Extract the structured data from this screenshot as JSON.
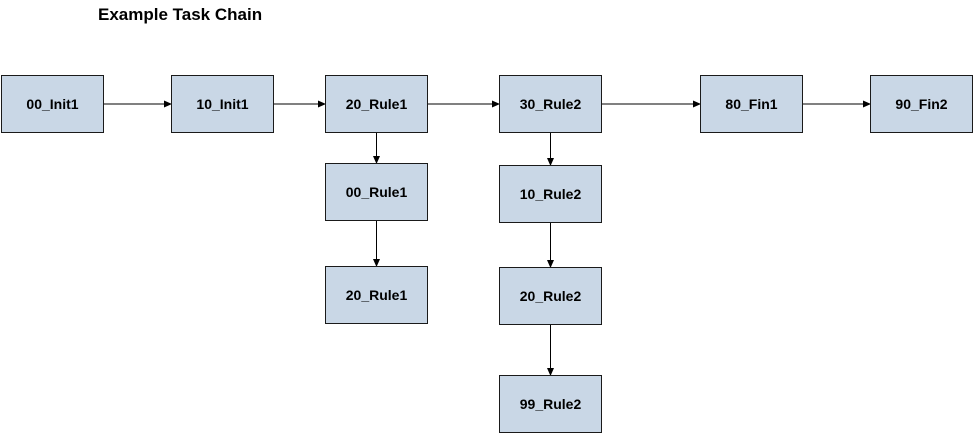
{
  "diagram": {
    "title": "Example Task Chain",
    "box_fill": "#c9d7e6",
    "box_border": "#1a1a1a",
    "line_color": "#000000",
    "nodes": [
      {
        "id": "n_00_init1",
        "label": "00_Init1"
      },
      {
        "id": "n_10_init1",
        "label": "10_Init1"
      },
      {
        "id": "n_20_rule1_main",
        "label": "20_Rule1"
      },
      {
        "id": "n_30_rule2",
        "label": "30_Rule2"
      },
      {
        "id": "n_80_fin1",
        "label": "80_Fin1"
      },
      {
        "id": "n_90_fin2",
        "label": "90_Fin2"
      },
      {
        "id": "n_00_rule1",
        "label": "00_Rule1"
      },
      {
        "id": "n_20_rule1_sub",
        "label": "20_Rule1"
      },
      {
        "id": "n_10_rule2",
        "label": "10_Rule2"
      },
      {
        "id": "n_20_rule2",
        "label": "20_Rule2"
      },
      {
        "id": "n_99_rule2",
        "label": "99_Rule2"
      }
    ],
    "edges": [
      {
        "from": "n_00_init1",
        "to": "n_10_init1"
      },
      {
        "from": "n_10_init1",
        "to": "n_20_rule1_main"
      },
      {
        "from": "n_20_rule1_main",
        "to": "n_30_rule2"
      },
      {
        "from": "n_30_rule2",
        "to": "n_80_fin1"
      },
      {
        "from": "n_80_fin1",
        "to": "n_90_fin2"
      },
      {
        "from": "n_20_rule1_main",
        "to": "n_00_rule1"
      },
      {
        "from": "n_00_rule1",
        "to": "n_20_rule1_sub"
      },
      {
        "from": "n_30_rule2",
        "to": "n_10_rule2"
      },
      {
        "from": "n_10_rule2",
        "to": "n_20_rule2"
      },
      {
        "from": "n_20_rule2",
        "to": "n_99_rule2"
      }
    ]
  }
}
